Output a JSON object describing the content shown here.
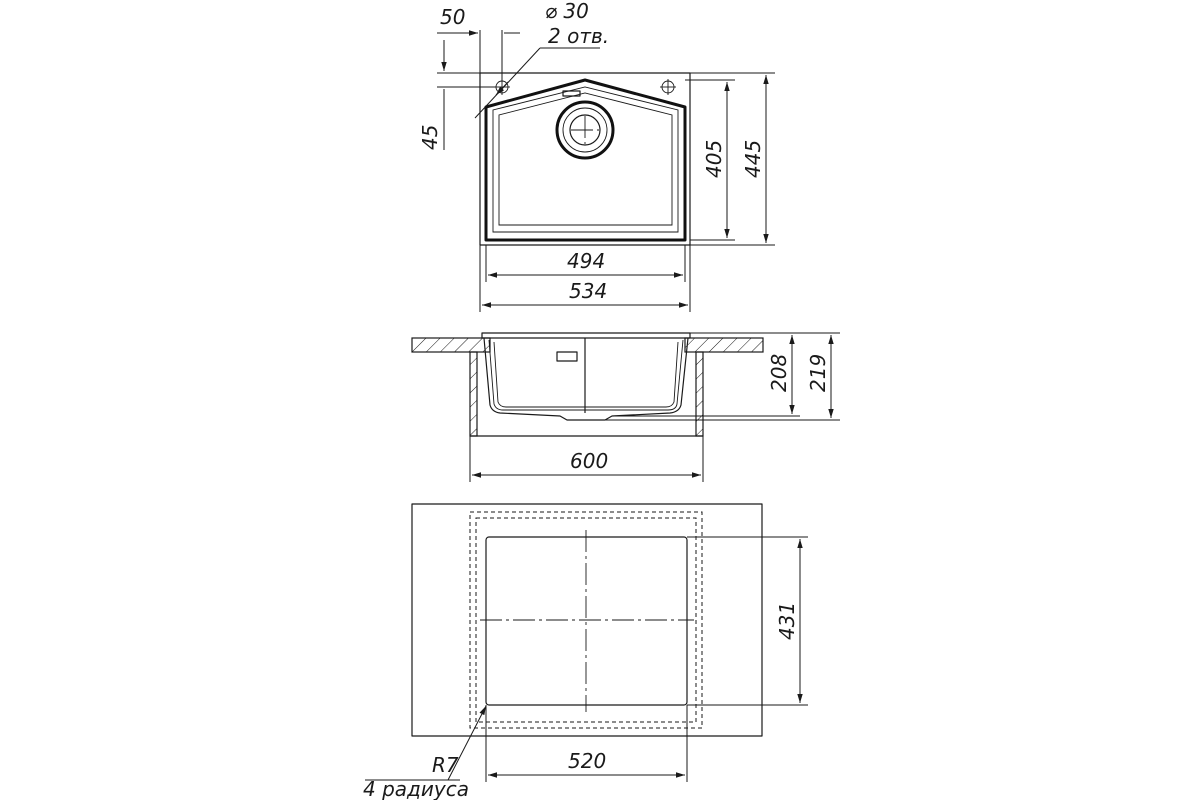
{
  "diagram": {
    "top_view": {
      "dim_hole_offset_x": "50",
      "dim_hole_diameter": "⌀ 30",
      "dim_hole_count": "2 отв.",
      "dim_hole_offset_y": "45",
      "dim_inner_depth": "405",
      "dim_outer_depth": "445",
      "dim_inner_width": "494",
      "dim_outer_width": "534"
    },
    "section_view": {
      "dim_bowl_depth": "208",
      "dim_total_depth": "219",
      "dim_cabinet_width": "600"
    },
    "cutout_view": {
      "dim_cutout_depth": "431",
      "dim_cutout_width": "520",
      "dim_radius": "R7",
      "radius_note": "4 радиуса"
    }
  }
}
